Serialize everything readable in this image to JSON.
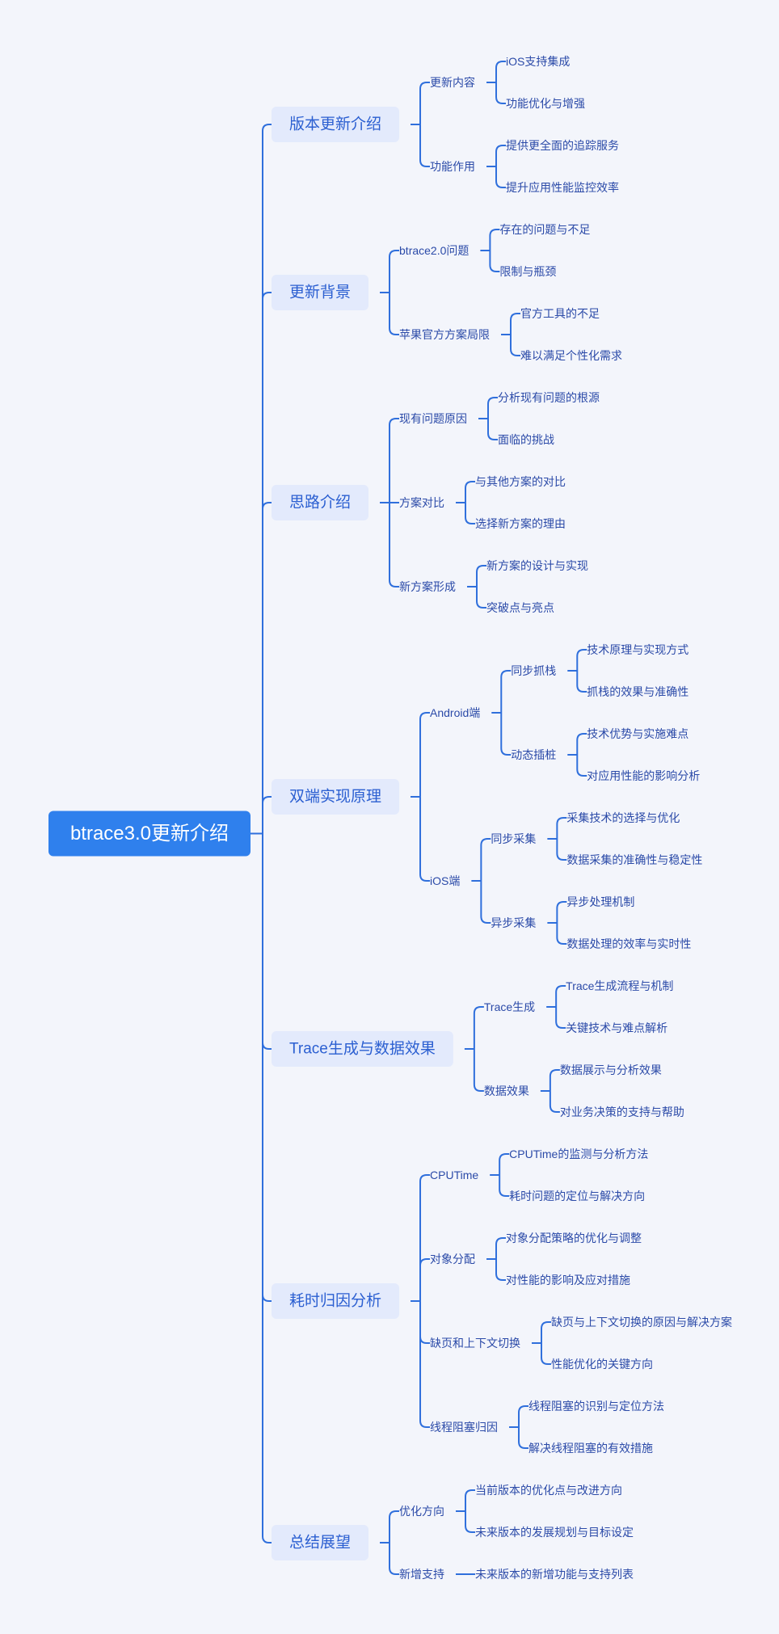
{
  "mindmap": {
    "root": {
      "label": "btrace3.0更新介绍",
      "children": [
        {
          "label": "版本更新介绍",
          "children": [
            {
              "label": "更新内容",
              "children": [
                {
                  "label": "iOS支持集成"
                },
                {
                  "label": "功能优化与增强"
                }
              ]
            },
            {
              "label": "功能作用",
              "children": [
                {
                  "label": "提供更全面的追踪服务"
                },
                {
                  "label": "提升应用性能监控效率"
                }
              ]
            }
          ]
        },
        {
          "label": "更新背景",
          "children": [
            {
              "label": "btrace2.0问题",
              "children": [
                {
                  "label": "存在的问题与不足"
                },
                {
                  "label": "限制与瓶颈"
                }
              ]
            },
            {
              "label": "苹果官方方案局限",
              "children": [
                {
                  "label": "官方工具的不足"
                },
                {
                  "label": "难以满足个性化需求"
                }
              ]
            }
          ]
        },
        {
          "label": "思路介绍",
          "children": [
            {
              "label": "现有问题原因",
              "children": [
                {
                  "label": "分析现有问题的根源"
                },
                {
                  "label": "面临的挑战"
                }
              ]
            },
            {
              "label": "方案对比",
              "children": [
                {
                  "label": "与其他方案的对比"
                },
                {
                  "label": "选择新方案的理由"
                }
              ]
            },
            {
              "label": "新方案形成",
              "children": [
                {
                  "label": "新方案的设计与实现"
                },
                {
                  "label": "突破点与亮点"
                }
              ]
            }
          ]
        },
        {
          "label": "双端实现原理",
          "children": [
            {
              "label": "Android端",
              "children": [
                {
                  "label": "同步抓栈",
                  "children": [
                    {
                      "label": "技术原理与实现方式"
                    },
                    {
                      "label": "抓栈的效果与准确性"
                    }
                  ]
                },
                {
                  "label": "动态插桩",
                  "children": [
                    {
                      "label": "技术优势与实施难点"
                    },
                    {
                      "label": "对应用性能的影响分析"
                    }
                  ]
                }
              ]
            },
            {
              "label": "iOS端",
              "children": [
                {
                  "label": "同步采集",
                  "children": [
                    {
                      "label": "采集技术的选择与优化"
                    },
                    {
                      "label": "数据采集的准确性与稳定性"
                    }
                  ]
                },
                {
                  "label": "异步采集",
                  "children": [
                    {
                      "label": "异步处理机制"
                    },
                    {
                      "label": "数据处理的效率与实时性"
                    }
                  ]
                }
              ]
            }
          ]
        },
        {
          "label": "Trace生成与数据效果",
          "children": [
            {
              "label": "Trace生成",
              "children": [
                {
                  "label": "Trace生成流程与机制"
                },
                {
                  "label": "关键技术与难点解析"
                }
              ]
            },
            {
              "label": "数据效果",
              "children": [
                {
                  "label": "数据展示与分析效果"
                },
                {
                  "label": "对业务决策的支持与帮助"
                }
              ]
            }
          ]
        },
        {
          "label": "耗时归因分析",
          "children": [
            {
              "label": "CPUTime",
              "children": [
                {
                  "label": "CPUTime的监测与分析方法"
                },
                {
                  "label": "耗时问题的定位与解决方向"
                }
              ]
            },
            {
              "label": "对象分配",
              "children": [
                {
                  "label": "对象分配策略的优化与调整"
                },
                {
                  "label": "对性能的影响及应对措施"
                }
              ]
            },
            {
              "label": "缺页和上下文切换",
              "children": [
                {
                  "label": "缺页与上下文切换的原因与解决方案"
                },
                {
                  "label": "性能优化的关键方向"
                }
              ]
            },
            {
              "label": "线程阻塞归因",
              "children": [
                {
                  "label": "线程阻塞的识别与定位方法"
                },
                {
                  "label": "解决线程阻塞的有效措施"
                }
              ]
            }
          ]
        },
        {
          "label": "总结展望",
          "children": [
            {
              "label": "优化方向",
              "children": [
                {
                  "label": "当前版本的优化点与改进方向"
                },
                {
                  "label": "未来版本的发展规划与目标设定"
                }
              ]
            },
            {
              "label": "新增支持",
              "children": [
                {
                  "label": "未来版本的新增功能与支持列表"
                }
              ]
            }
          ]
        }
      ]
    },
    "colors": {
      "background": "#f3f5fb",
      "root_fill": "#2f80ed",
      "branch_fill": "#e3eafc",
      "branch_text": "#2b5fd1",
      "leaf_text": "#2b4aa8",
      "edge": "#2f6fdc"
    }
  }
}
